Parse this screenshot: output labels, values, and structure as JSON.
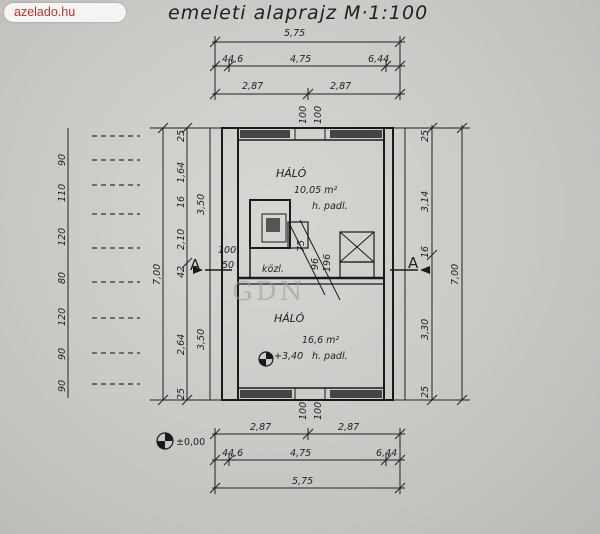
{
  "watermark": "azelado.hu",
  "title": "emeleti alaprajz  M·1:100",
  "top_dims": {
    "overall": "5,75",
    "row2": [
      "44,6",
      "4,75",
      "6,44"
    ],
    "row3": [
      "2,87",
      "2,87"
    ]
  },
  "bottom_dims": {
    "overall": "5,75",
    "row2": [
      "44,6",
      "4,75",
      "6,44"
    ],
    "row1": [
      "2,87",
      "2,87"
    ]
  },
  "window_marks": {
    "top": [
      "100",
      "100"
    ],
    "bottom": [
      "100",
      "100"
    ]
  },
  "left_dims": {
    "outer": [
      "90",
      "90",
      "120",
      "80",
      "120",
      "110",
      "90"
    ],
    "middle_total": "7,00",
    "middle": [
      "25",
      "2,64",
      "42",
      "2,10",
      "16",
      "1,64",
      "25"
    ],
    "inner": [
      "3,50",
      "3,50"
    ]
  },
  "right_dims": {
    "total": "7,00",
    "parts": [
      "25",
      "3,14",
      "16",
      "3,30",
      "25"
    ]
  },
  "section": {
    "left": "A",
    "right": "A"
  },
  "rooms": {
    "upper": {
      "name": "HÁLÓ",
      "area": "10,05 m²",
      "floor": "h. padl."
    },
    "lower": {
      "name": "HÁLÓ",
      "area": "16,6 m²",
      "level": "+3,40",
      "floor": "h. padl."
    },
    "corridor": "közl."
  },
  "inner_marks": [
    "100",
    "50",
    "96",
    "196",
    "75"
  ],
  "level_marker": "±0,00",
  "stamp": "GDN"
}
